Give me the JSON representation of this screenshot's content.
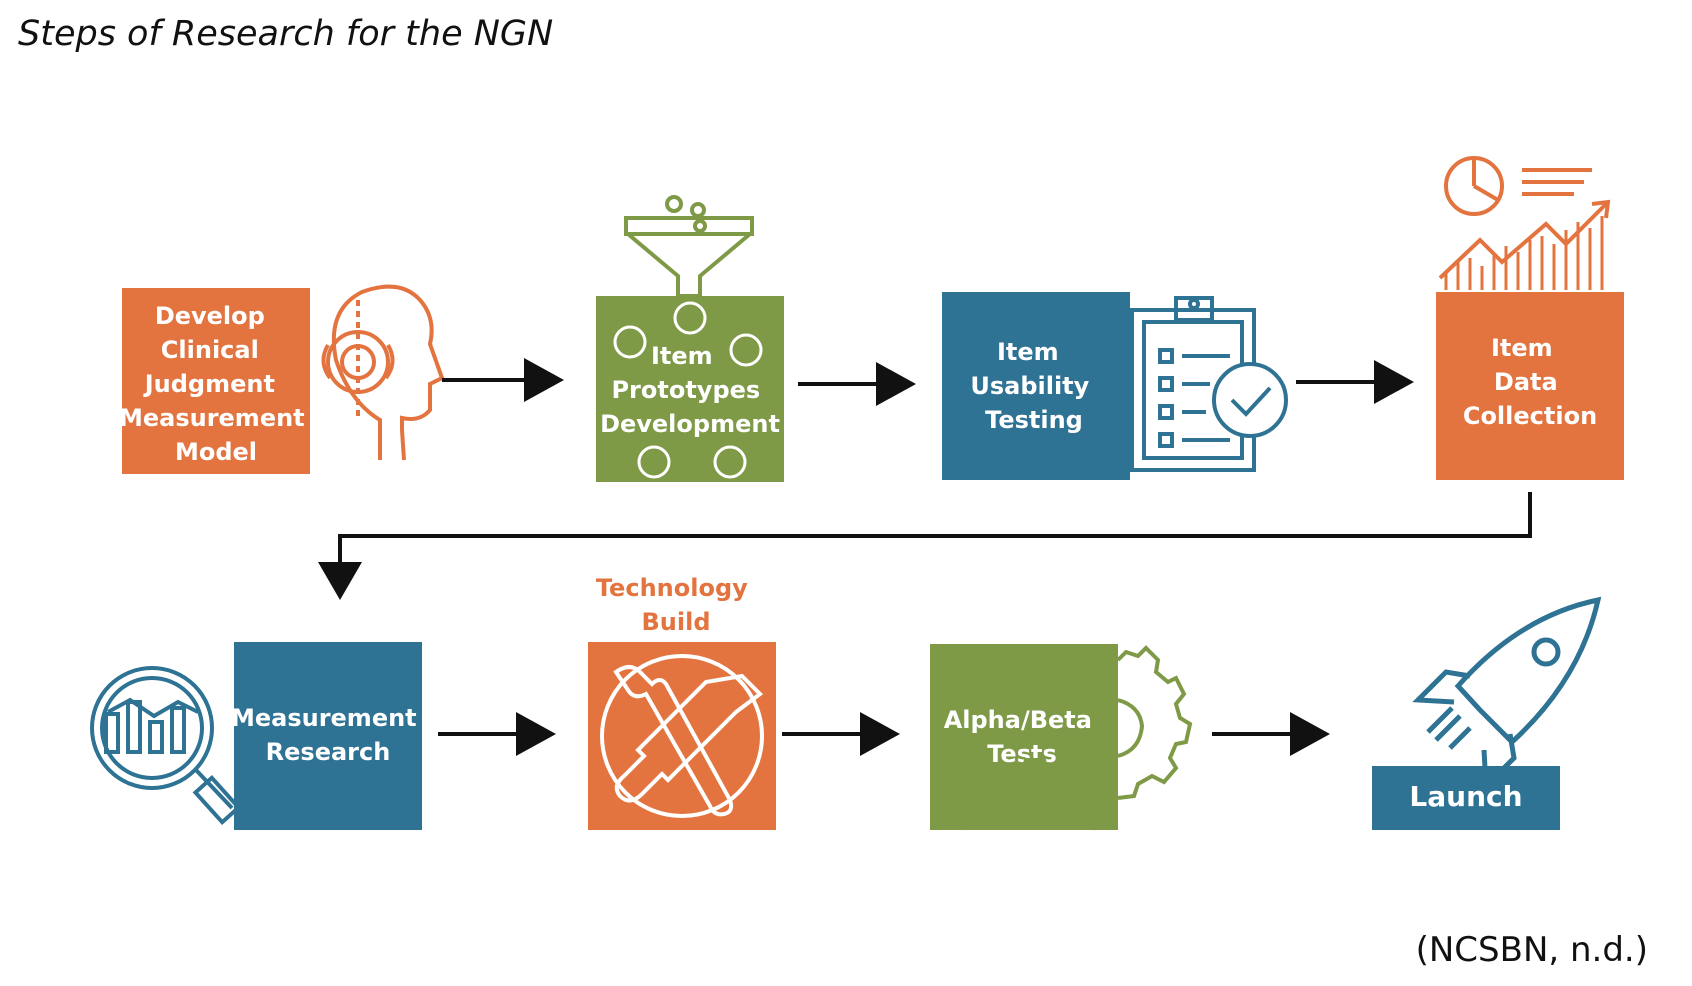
{
  "title": "Steps of Research for the NGN",
  "citation": "(NCSBN, n.d.)",
  "colors": {
    "orange": "#e3743f",
    "green": "#7f9a47",
    "blue": "#2e7294",
    "arrow": "#111111"
  },
  "steps": [
    {
      "lines": [
        "Develop",
        "Clinical",
        "Judgment",
        "Measurement",
        "Model"
      ],
      "color": "orange",
      "icon": "head-brain-icon"
    },
    {
      "lines": [
        "Item",
        "Prototypes",
        "Development"
      ],
      "color": "green",
      "icon": "funnel-icon"
    },
    {
      "lines": [
        "Item",
        "Usability",
        "Testing"
      ],
      "color": "blue",
      "icon": "clipboard-checklist-icon"
    },
    {
      "lines": [
        "Item",
        "Data",
        "Collection"
      ],
      "color": "orange",
      "icon": "pie-chart-trend-icon"
    },
    {
      "lines": [
        "Measurement",
        "Research"
      ],
      "color": "blue",
      "icon": "magnifier-chart-icon"
    },
    {
      "caption": [
        "Technology",
        "Build"
      ],
      "color": "orange",
      "icon": "wrench-screwdriver-icon"
    },
    {
      "lines": [
        "Alpha/Beta",
        "Tests"
      ],
      "color": "green",
      "icon": "gears-icon"
    },
    {
      "lines": [
        "Launch"
      ],
      "color": "blue",
      "icon": "rocket-icon"
    }
  ]
}
